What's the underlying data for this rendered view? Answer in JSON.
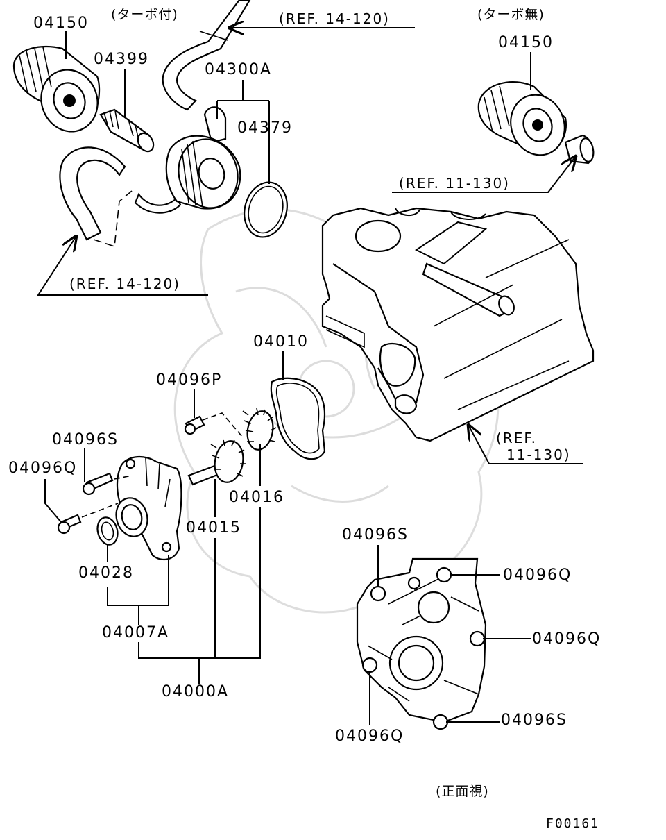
{
  "labels": {
    "turbo_with": "(ターボ付)",
    "turbo_without": "(ターボ無)",
    "front_view": "(正面視)",
    "filter_left": "04150",
    "filter_right": "04150",
    "fitting": "04399",
    "cooler": "04300A",
    "cooler_ring": "04379",
    "gasket": "04010",
    "bolt_p": "04096P",
    "bolt_s": "04096S",
    "bolt_q": "04096Q",
    "gear_driven": "04016",
    "gear_drive": "04015",
    "oil_seal": "04028",
    "pump_case": "04007A",
    "pump_assy": "04000A",
    "fv_s_top": "04096S",
    "fv_q_top": "04096Q",
    "fv_q_right": "04096Q",
    "fv_s_bottom": "04096S",
    "fv_q_bottom": "04096Q",
    "ref_top": "(REF. 14-120)",
    "ref_left": "(REF. 14-120)",
    "ref_right": "(REF. 11-130)",
    "ref_block_1": "(REF.",
    "ref_block_2": "11-130)",
    "figure_code": "F00161"
  }
}
